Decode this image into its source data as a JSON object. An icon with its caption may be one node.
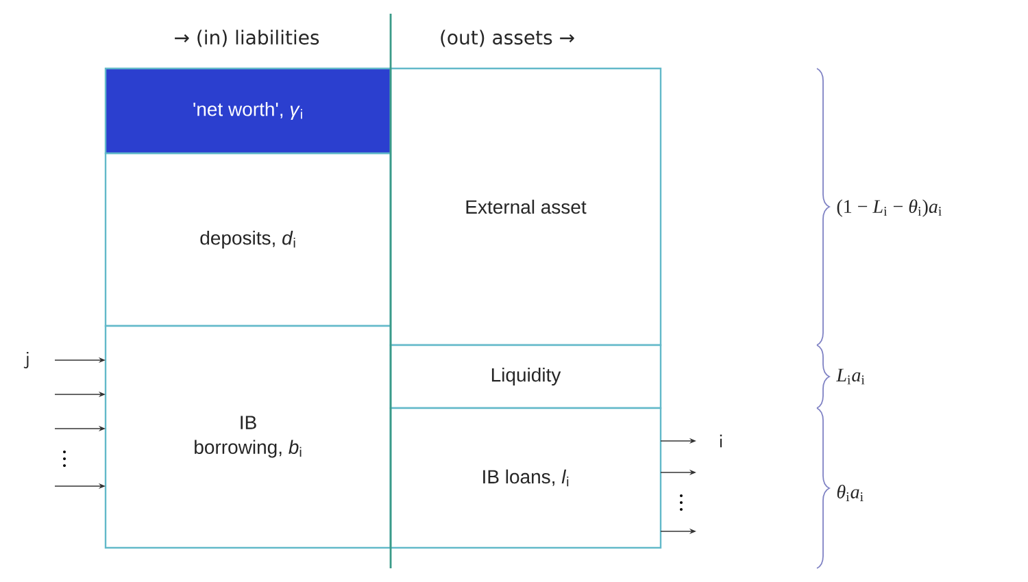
{
  "diagram": {
    "nodes": [
      {
        "text": [
          "'net worth', *γ*$_{i}$"
        ]
      },
      {
        "text": [
          "deposits, *d*$_{i}$"
        ]
      },
      {
        "text": [
          "IB borrowing, *b*$_{i}$"
        ]
      },
      {
        "text": [
          "External asset"
        ]
      },
      {
        "text": [
          "Liquidity"
        ]
      },
      {
        "text": [
          "IB loans, *l*$_{i}$"
        ]
      }
    ],
    "edges": [
      {
        "from": null,
        "to": 2,
        "arrow": "to"
      },
      {
        "from": null,
        "to": 2,
        "arrow": "to"
      },
      {
        "from": null,
        "to": 2,
        "arrow": "to"
      },
      {
        "from": null,
        "to": 2,
        "arrow": "to"
      },
      {
        "from": 5,
        "to": null,
        "arrow": "to"
      },
      {
        "from": 5,
        "to": null,
        "arrow": "to"
      },
      {
        "from": 5,
        "to": null,
        "arrow": "to"
      }
    ],
    "labels": [
      "→ (in) liabilities",
      "(out) assets →",
      "(1 − *L*$_{i}$ − *θ*$_{i}$)*a*$_{i}$",
      "j",
      "*L*$_{i}$*a*$_{i}$",
      "i",
      "*θ*$_{i}$*a*$_{i}$"
    ]
  }
}
